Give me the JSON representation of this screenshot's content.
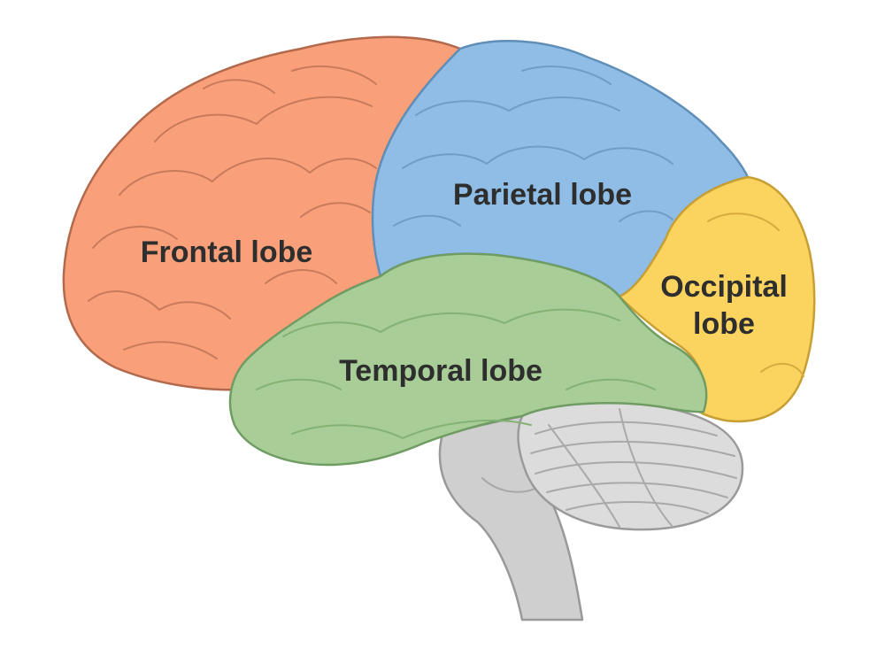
{
  "lobes": {
    "frontal": {
      "label": "Frontal lobe",
      "color": "#f9a07a",
      "outline": "#b3694c"
    },
    "parietal": {
      "label": "Parietal lobe",
      "color": "#8fbde6",
      "outline": "#5f8fb8"
    },
    "occipital": {
      "label_line1": "Occipital",
      "label_line2": "lobe",
      "color": "#fbd35f",
      "outline": "#c79f34"
    },
    "temporal": {
      "label": "Temporal lobe",
      "color": "#a8cd96",
      "outline": "#6f9c63"
    }
  },
  "cerebellum": {
    "color": "#dcdcdc",
    "outline": "#9a9a9a"
  },
  "brainstem": {
    "color": "#cfcfcf",
    "outline": "#999999"
  }
}
